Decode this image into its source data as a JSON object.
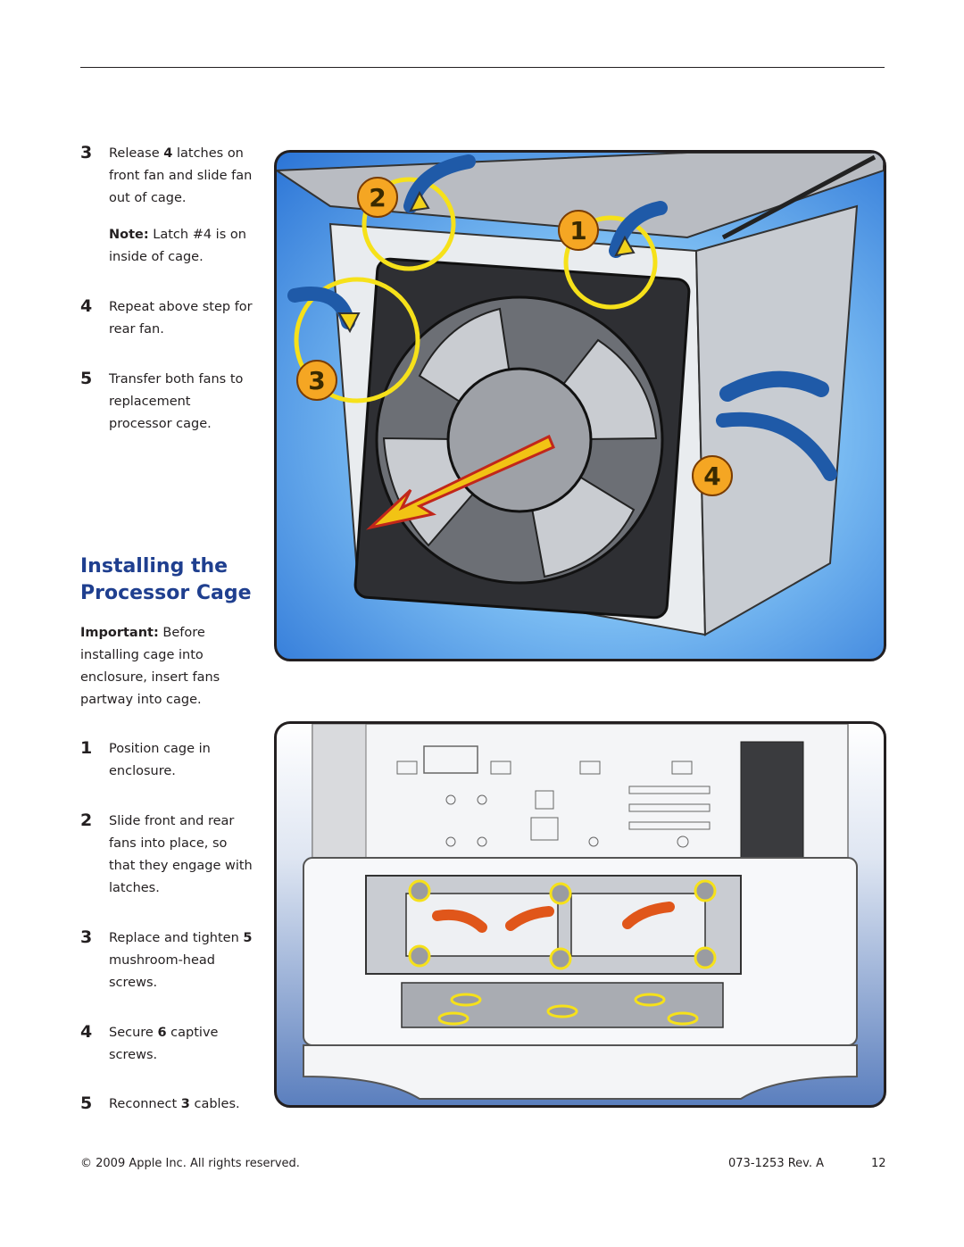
{
  "steps_top": [
    {
      "num": "3",
      "pre": "Release ",
      "bold": "4",
      "post": " latches on front fan and slide fan out of cage."
    },
    {
      "num": "4",
      "pre": "Repeat above step for rear fan.",
      "bold": "",
      "post": ""
    },
    {
      "num": "5",
      "pre": "Transfer both fans to replacement processor cage.",
      "bold": "",
      "post": ""
    }
  ],
  "note": {
    "label": "Note:",
    "text": " Latch #4 is on inside of cage."
  },
  "section_title": "Installing the Processor Cage",
  "important": {
    "label": "Important:",
    "text": " Before installing cage into enclosure, insert fans partway into cage."
  },
  "steps_bottom": [
    {
      "num": "1",
      "pre": "Position cage in enclosure.",
      "bold": "",
      "post": ""
    },
    {
      "num": "2",
      "pre": "Slide front and rear fans into place, so that they engage with latches.",
      "bold": "",
      "post": ""
    },
    {
      "num": "3",
      "pre": "Replace and tighten ",
      "bold": "5",
      "post": " mushroom-head screws."
    },
    {
      "num": "4",
      "pre": "Secure ",
      "bold": "6",
      "post": " captive screws."
    },
    {
      "num": "5",
      "pre": "Reconnect ",
      "bold": "3",
      "post": " cables."
    }
  ],
  "figure1": {
    "callouts": [
      "2",
      "1",
      "3",
      "4"
    ]
  },
  "footer": {
    "copyright": "© 2009 Apple Inc. All rights reserved.",
    "doc_number": "073-1253 Rev. A",
    "page_number": "12"
  }
}
